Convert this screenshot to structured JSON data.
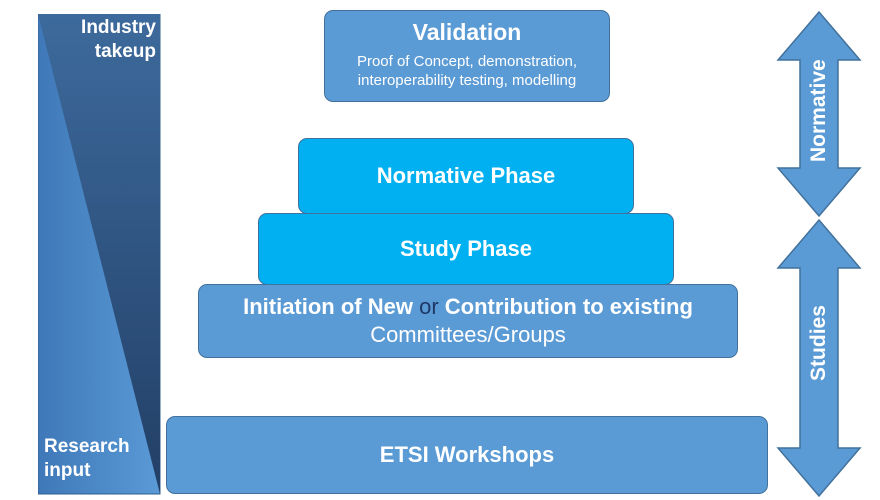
{
  "left_bar": {
    "top_label_lines": [
      "Industry",
      "takeup"
    ],
    "bottom_label_lines": [
      "Research",
      "input"
    ]
  },
  "validation": {
    "title": "Validation",
    "desc_lines": [
      "Proof of Concept, demonstration,",
      "interoperability testing, modelling"
    ]
  },
  "normative_phase": "Normative Phase",
  "study_phase": "Study Phase",
  "initiation": {
    "part1": "Initiation of New",
    "conj": "or",
    "part2": "Contribution to existing",
    "line2": "Committees/Groups"
  },
  "workshops": "ETSI Workshops",
  "right_arrows": {
    "top": "Normative",
    "bottom": "Studies"
  },
  "colors": {
    "steel_blue": "#5b9bd5",
    "cyan": "#00b0f0",
    "dark_blue": "#2e5786",
    "conj_dark": "#1f3864"
  }
}
